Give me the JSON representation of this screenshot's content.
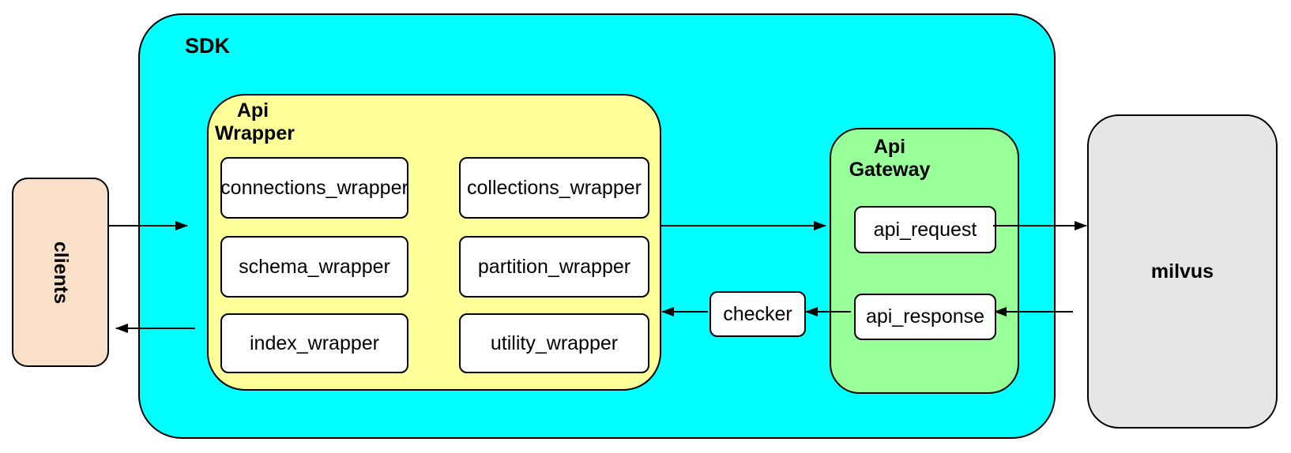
{
  "colors": {
    "sdk-fill": "#00ffff",
    "wrapper-fill": "#ffff99",
    "gateway-fill": "#99ff99",
    "clients-fill": "#fae0c8",
    "milvus-fill": "#e6e6e6",
    "border": "#000000"
  },
  "nodes": {
    "clients": "clients",
    "sdk": "SDK",
    "milvus": "milvus",
    "checker": "checker",
    "api_wrapper": {
      "title": "Api Wrapper",
      "boxes": [
        "connections_wrapper",
        "collections_wrapper",
        "schema_wrapper",
        "partition_wrapper",
        "index_wrapper",
        "utility_wrapper"
      ]
    },
    "api_gateway": {
      "title": "Api Gateway",
      "boxes": [
        "api_request",
        "api_response"
      ]
    }
  }
}
